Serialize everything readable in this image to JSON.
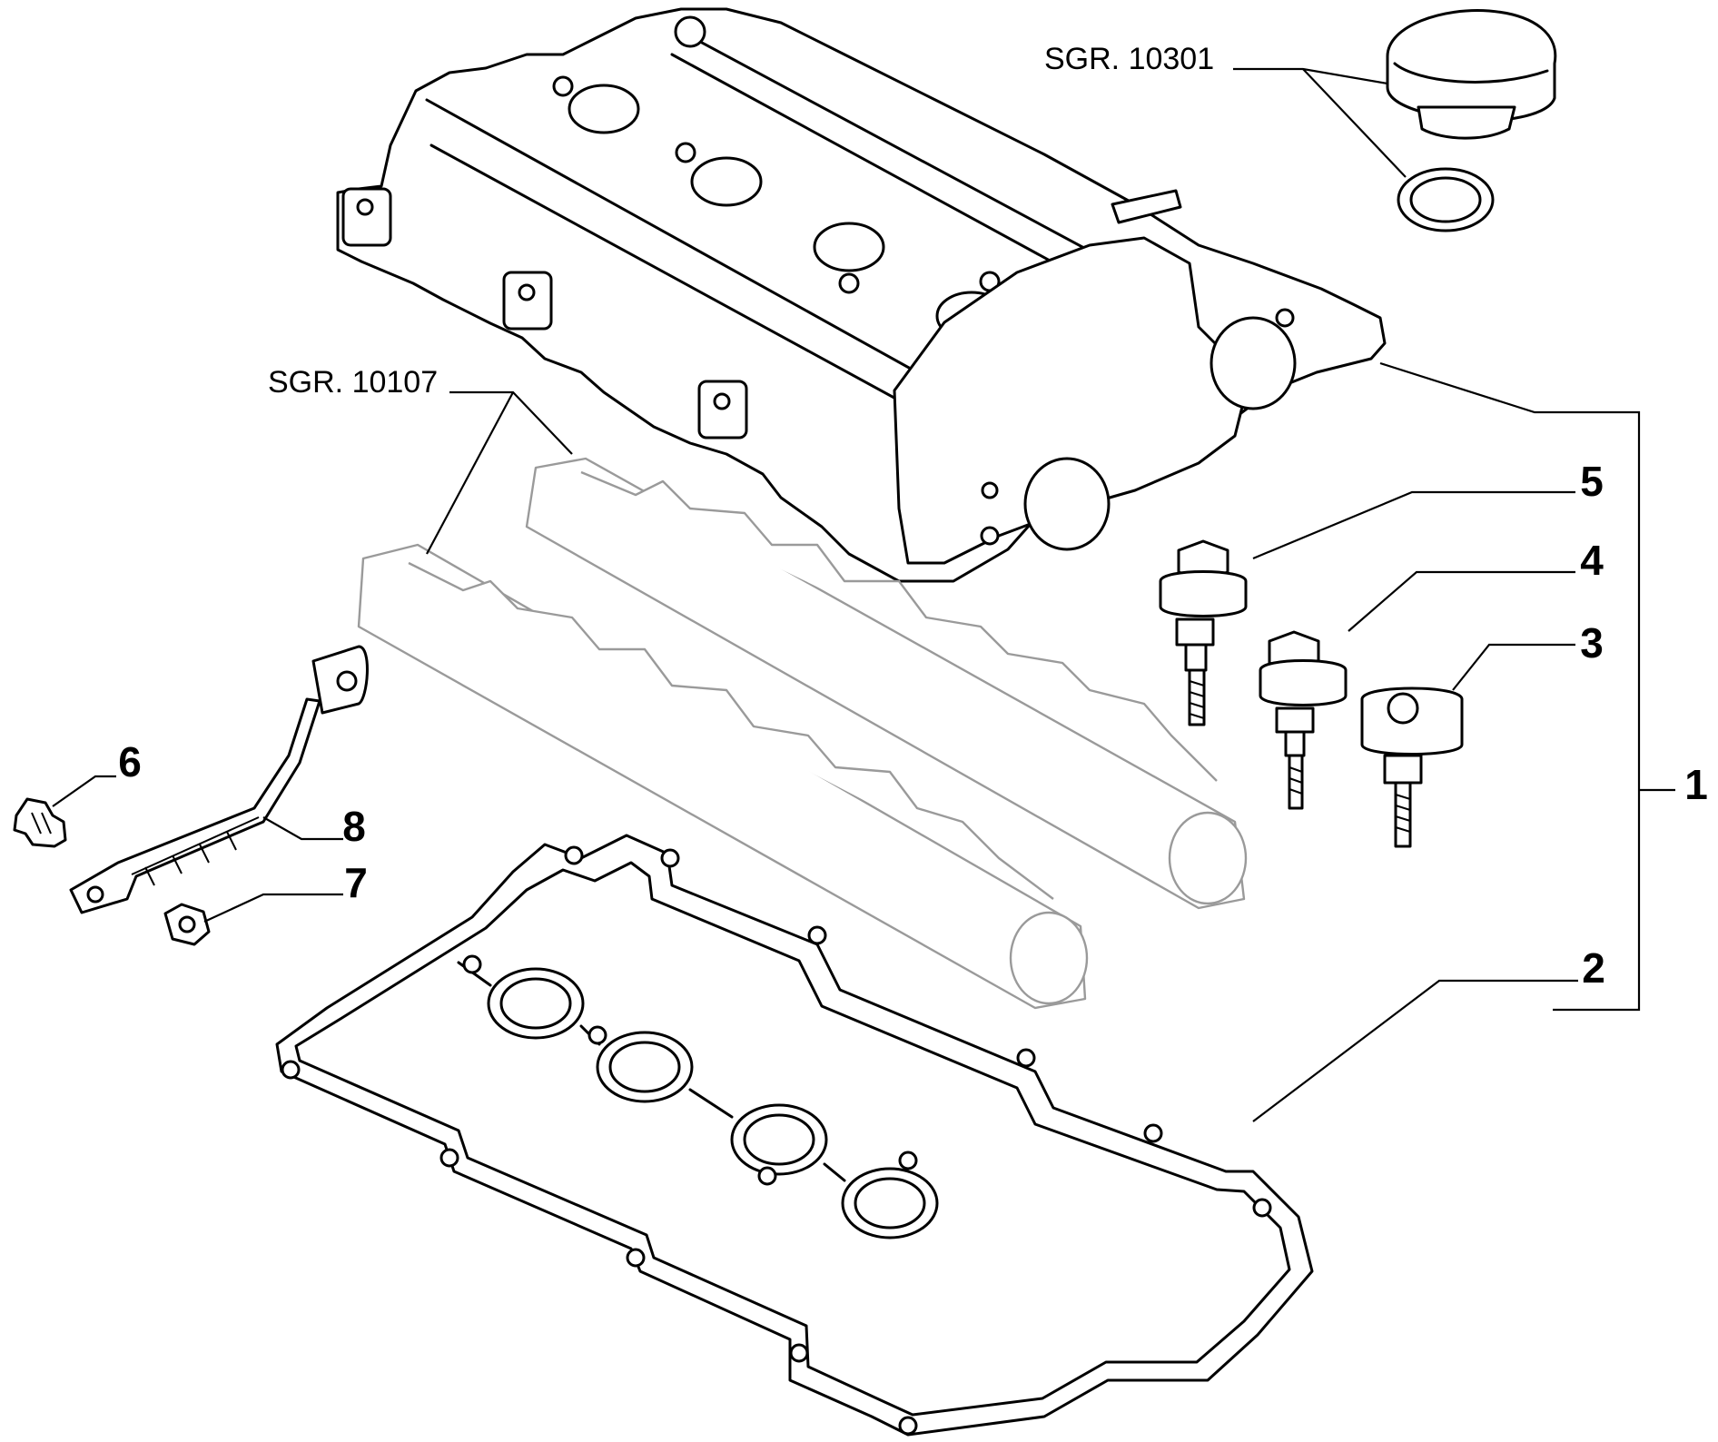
{
  "references": {
    "oil_cap": "SGR. 10301",
    "camshafts": "SGR. 10107"
  },
  "callouts": {
    "c1": "1",
    "c2": "2",
    "c3": "3",
    "c4": "4",
    "c5": "5",
    "c6": "6",
    "c7": "7",
    "c8": "8"
  }
}
